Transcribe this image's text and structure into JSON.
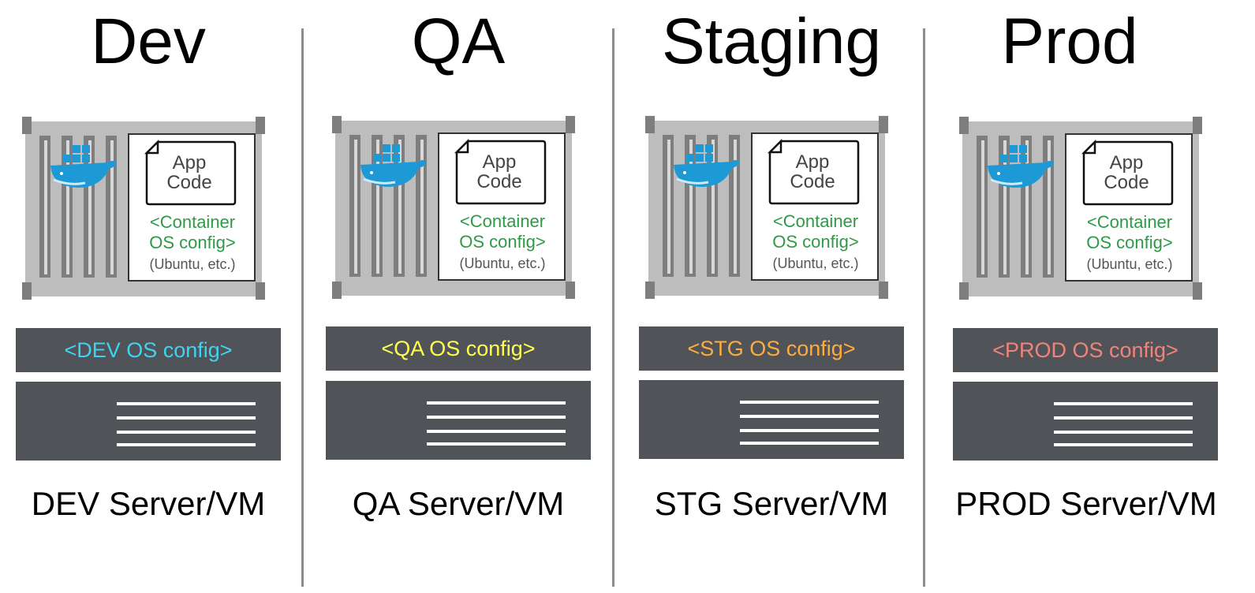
{
  "environments": [
    {
      "title": "Dev",
      "app_code": [
        "App",
        "Code"
      ],
      "container_os": [
        "<Container",
        "OS config>"
      ],
      "container_os_note": "(Ubuntu, etc.)",
      "host_os": "<DEV OS config>",
      "host_os_color": "#3ed3f2",
      "server": "DEV Server/VM"
    },
    {
      "title": "QA",
      "app_code": [
        "App",
        "Code"
      ],
      "container_os": [
        "<Container",
        "OS config>"
      ],
      "container_os_note": "(Ubuntu, etc.)",
      "host_os": "<QA OS config>",
      "host_os_color": "#ffff4d",
      "server": "QA Server/VM"
    },
    {
      "title": "Staging",
      "app_code": [
        "App",
        "Code"
      ],
      "container_os": [
        "<Container",
        "OS config>"
      ],
      "container_os_note": "(Ubuntu, etc.)",
      "host_os": "<STG OS config>",
      "host_os_color": "#ffab3d",
      "server": "STG Server/VM"
    },
    {
      "title": "Prod",
      "app_code": [
        "App",
        "Code"
      ],
      "container_os": [
        "<Container",
        "OS config>"
      ],
      "container_os_note": "(Ubuntu, etc.)",
      "host_os": "<PROD OS config>",
      "host_os_color": "#f0837a",
      "server": "PROD Server/VM"
    }
  ],
  "colors": {
    "container_text": "#2e9a47",
    "note_text": "#555555",
    "container_gray": "#bdbdbd",
    "container_dark": "#7e7e7e",
    "server_bg": "#505357",
    "whale_blue": "#1d9ad6"
  },
  "icons": {
    "whale": "docker-whale-icon",
    "document": "document-icon"
  }
}
